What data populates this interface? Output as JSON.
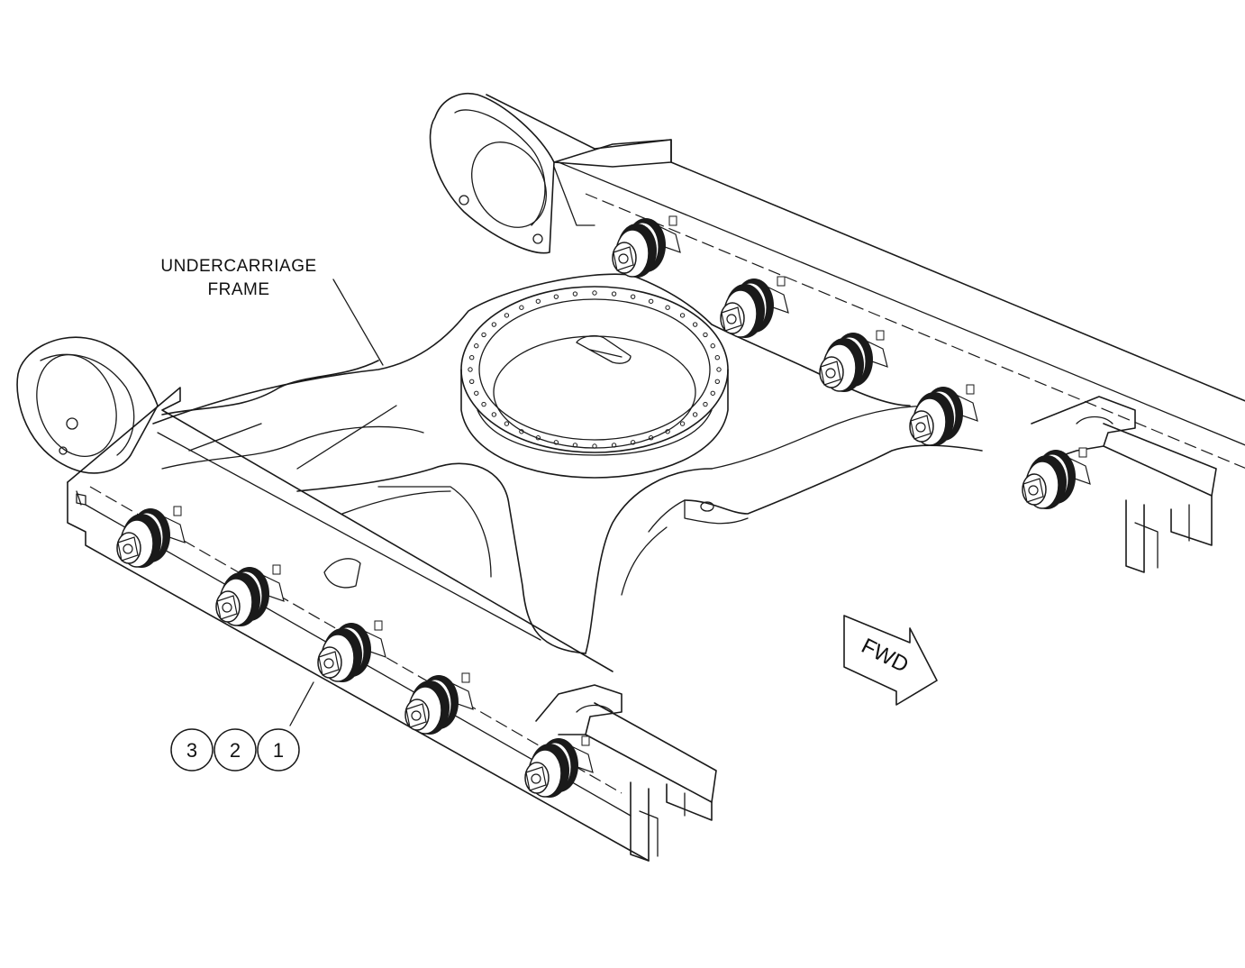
{
  "labels": {
    "frame_line1": "UNDERCARRIAGE",
    "frame_line2": "FRAME",
    "direction": "FWD"
  },
  "callouts": [
    "3",
    "2",
    "1"
  ],
  "colors": {
    "line": "#1a1a1a",
    "background": "#ffffff"
  }
}
